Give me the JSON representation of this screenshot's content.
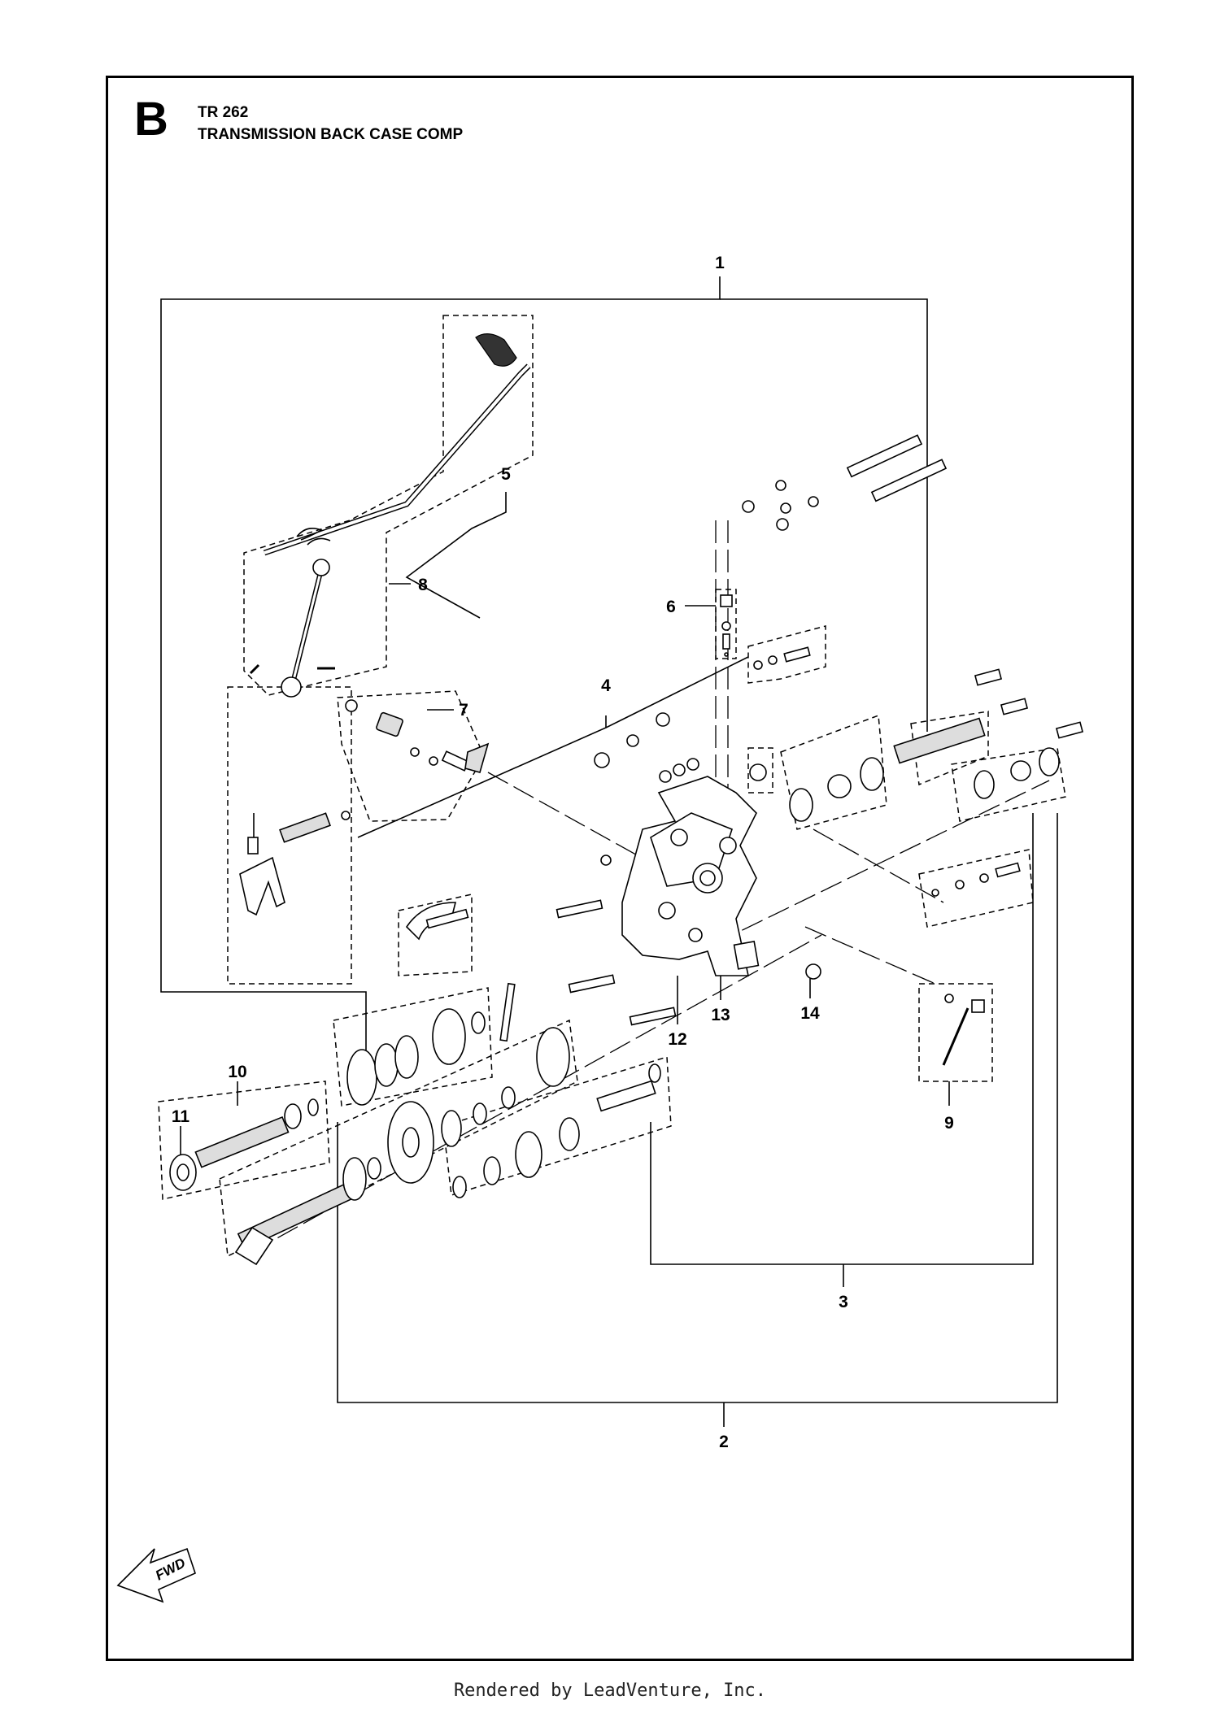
{
  "header": {
    "section_letter": "B",
    "model_code": "TR 262",
    "title": "TRANSMISSION BACK CASE COMP"
  },
  "callouts": [
    "1",
    "2",
    "3",
    "4",
    "5",
    "6",
    "7",
    "8",
    "9",
    "10",
    "11",
    "12",
    "13",
    "14"
  ],
  "fwd_label": "FWD",
  "footer": "Rendered by LeadVenture, Inc."
}
